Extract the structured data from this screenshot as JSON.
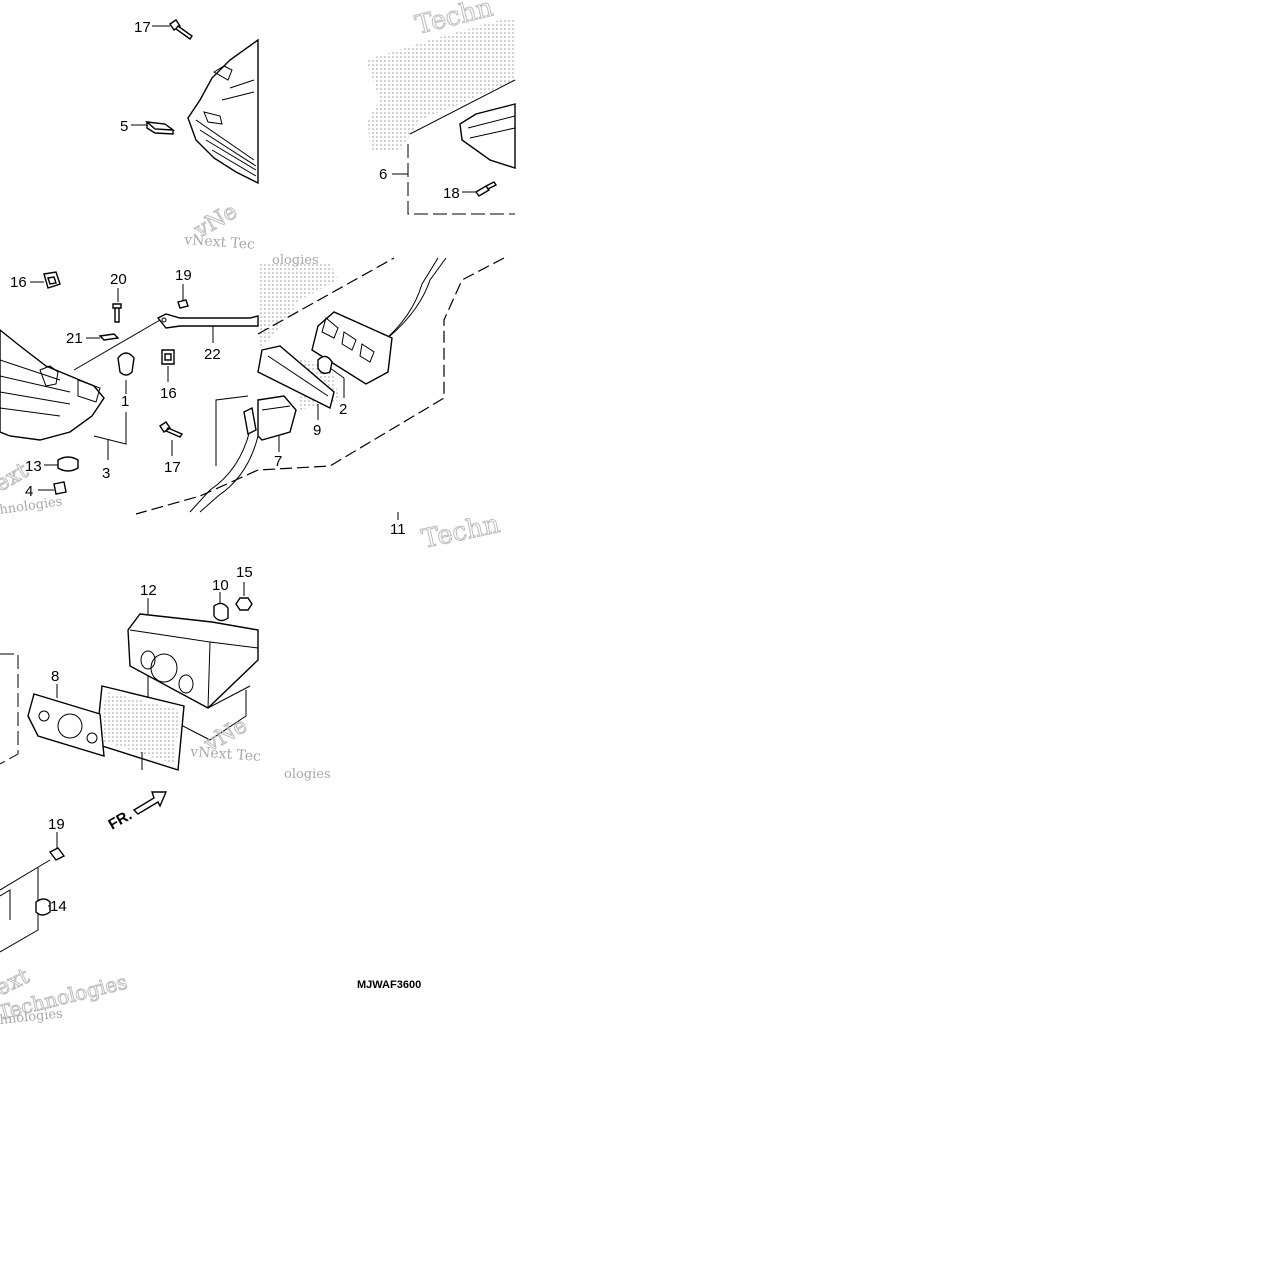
{
  "diagram": {
    "callouts": [
      {
        "id": "c17a",
        "label": "17"
      },
      {
        "id": "c5",
        "label": "5"
      },
      {
        "id": "c6",
        "label": "6"
      },
      {
        "id": "c18",
        "label": "18"
      },
      {
        "id": "c16a",
        "label": "16"
      },
      {
        "id": "c20",
        "label": "20"
      },
      {
        "id": "c19a",
        "label": "19"
      },
      {
        "id": "c21",
        "label": "21"
      },
      {
        "id": "c22",
        "label": "22"
      },
      {
        "id": "c1",
        "label": "1"
      },
      {
        "id": "c16b",
        "label": "16"
      },
      {
        "id": "c3",
        "label": "3"
      },
      {
        "id": "c13",
        "label": "13"
      },
      {
        "id": "c4",
        "label": "4"
      },
      {
        "id": "c17b",
        "label": "17"
      },
      {
        "id": "c2",
        "label": "2"
      },
      {
        "id": "c9",
        "label": "9"
      },
      {
        "id": "c7",
        "label": "7"
      },
      {
        "id": "c11",
        "label": "11"
      },
      {
        "id": "c12",
        "label": "12"
      },
      {
        "id": "c10",
        "label": "10"
      },
      {
        "id": "c15",
        "label": "15"
      },
      {
        "id": "c8",
        "label": "8"
      },
      {
        "id": "c19b",
        "label": "19"
      },
      {
        "id": "c14",
        "label": "14"
      }
    ],
    "direction_label": "FR.",
    "diagram_code": "MJWAF3600",
    "watermark_text": [
      "vNext Tec",
      "hnologies",
      "Techn",
      "ext",
      "hnologies",
      "Technologies",
      "vNe",
      "vNext Tec",
      "ologies"
    ]
  }
}
